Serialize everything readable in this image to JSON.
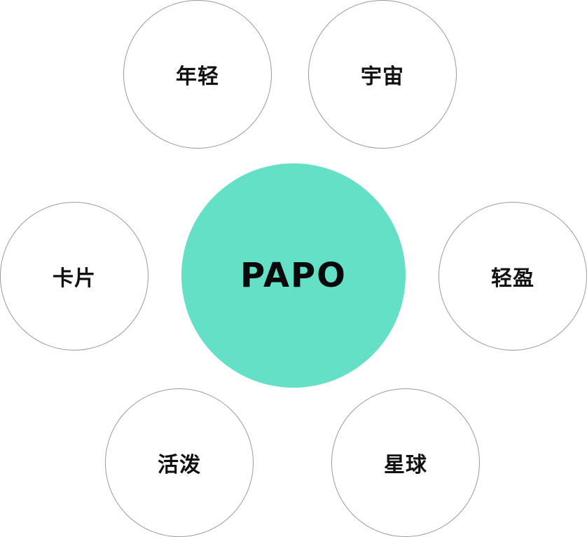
{
  "center": {
    "label": "PAPO",
    "fill_color": "#64e0c6"
  },
  "satellites": {
    "top_left": "年轻",
    "top_right": "宇宙",
    "mid_left": "卡片",
    "mid_right": "轻盈",
    "bottom_left": "活泼",
    "bottom_right": "星球"
  },
  "colors": {
    "circle_border": "#9a9a9a",
    "text": "#111111",
    "background": "#ffffff"
  }
}
